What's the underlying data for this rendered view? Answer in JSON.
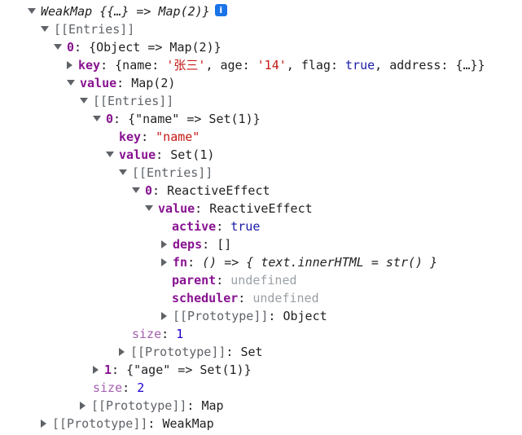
{
  "tree": {
    "root": {
      "label": "WeakMap {{…} => Map(2)}",
      "info_icon": "info-icon"
    },
    "entries_1": "[[Entries]]",
    "entry0": {
      "index": "0",
      "summary": "{Object => Map(2)}"
    },
    "key1": {
      "key": "key",
      "open": "{name: ",
      "name_val": "'张三'",
      "age_lbl": ", age: ",
      "age_val": "'14'",
      "flag_lbl": ", flag: ",
      "flag_val": "true",
      "address_lbl": ", address: {…}}"
    },
    "value1": {
      "key": "value",
      "summary": "Map(2)"
    },
    "entries_2": "[[Entries]]",
    "entry0_inner": {
      "index": "0",
      "open": "{",
      "name_str": "\"name\"",
      "summary": " => Set(1)}"
    },
    "key2": {
      "key": "key",
      "value": "\"name\""
    },
    "value2": {
      "key": "value",
      "summary": "Set(1)"
    },
    "entries_3": "[[Entries]]",
    "entry0_effect": {
      "index": "0",
      "summary": "ReactiveEffect"
    },
    "value3": {
      "key": "value",
      "summary": "ReactiveEffect"
    },
    "active": {
      "key": "active",
      "value": "true"
    },
    "deps": {
      "key": "deps",
      "value": "[]"
    },
    "fn": {
      "key": "fn",
      "value": "() => { text.innerHTML = str() }"
    },
    "parent": {
      "key": "parent",
      "value": "undefined"
    },
    "scheduler": {
      "key": "scheduler",
      "value": "undefined"
    },
    "proto_effect": {
      "label": "[[Prototype]]",
      "value": "Object"
    },
    "size_set": {
      "key": "size",
      "value": "1"
    },
    "proto_set": {
      "label": "[[Prototype]]",
      "value": "Set"
    },
    "entry1": {
      "index": "1",
      "open": "{",
      "age_str": "\"age\"",
      "summary": " => Set(1)}"
    },
    "size_map": {
      "key": "size",
      "value": "2"
    },
    "proto_map": {
      "label": "[[Prototype]]",
      "value": "Map"
    },
    "proto_weakmap": {
      "label": "[[Prototype]]",
      "value": "WeakMap"
    }
  }
}
